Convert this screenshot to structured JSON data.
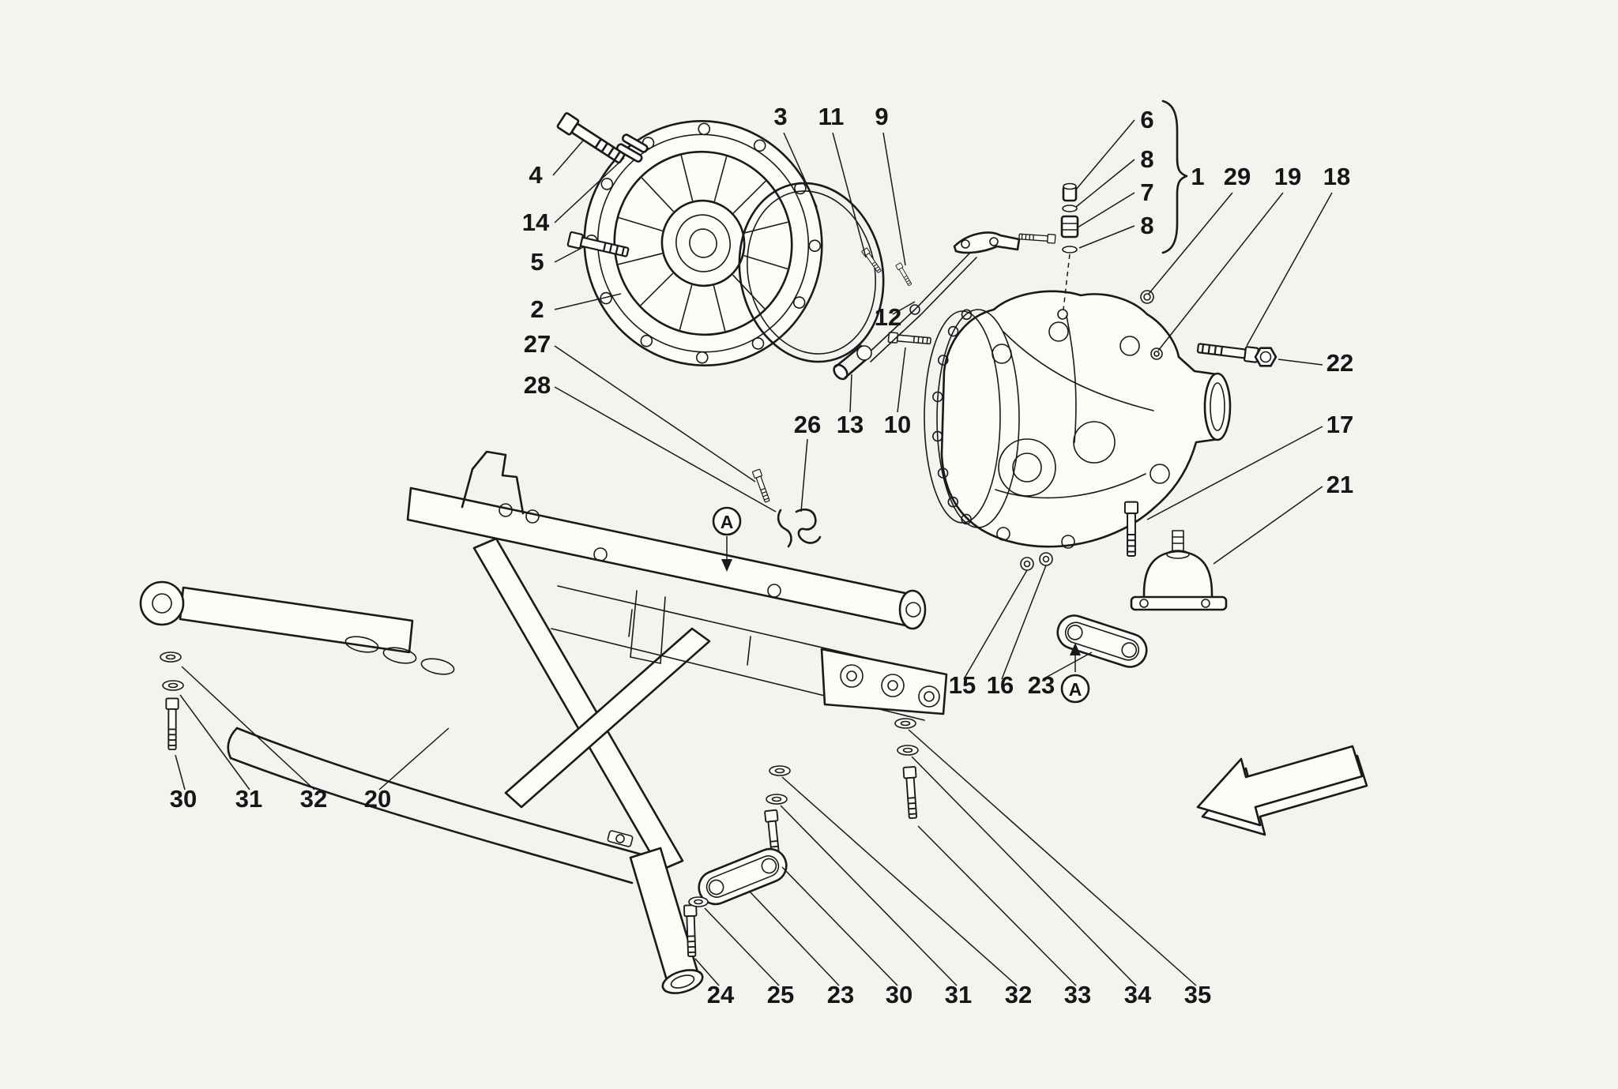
{
  "diagram": {
    "type": "exploded-parts-diagram",
    "subject": "differential-housing-and-rear-subframe",
    "colors": {
      "background": "#f3f3f0",
      "line": "#1a1a1a"
    },
    "callouts": [
      "4",
      "14",
      "5",
      "2",
      "27",
      "28",
      "3",
      "11",
      "9",
      "12",
      "26",
      "13",
      "10",
      "6",
      "8",
      "7",
      "8",
      "1",
      "29",
      "19",
      "18",
      "22",
      "17",
      "21",
      "15",
      "16",
      "23",
      "30",
      "31",
      "32",
      "20",
      "24",
      "25",
      "23",
      "30",
      "31",
      "32",
      "33",
      "34",
      "35"
    ],
    "markers": {
      "a_top": "A",
      "a_bottom": "A"
    }
  }
}
